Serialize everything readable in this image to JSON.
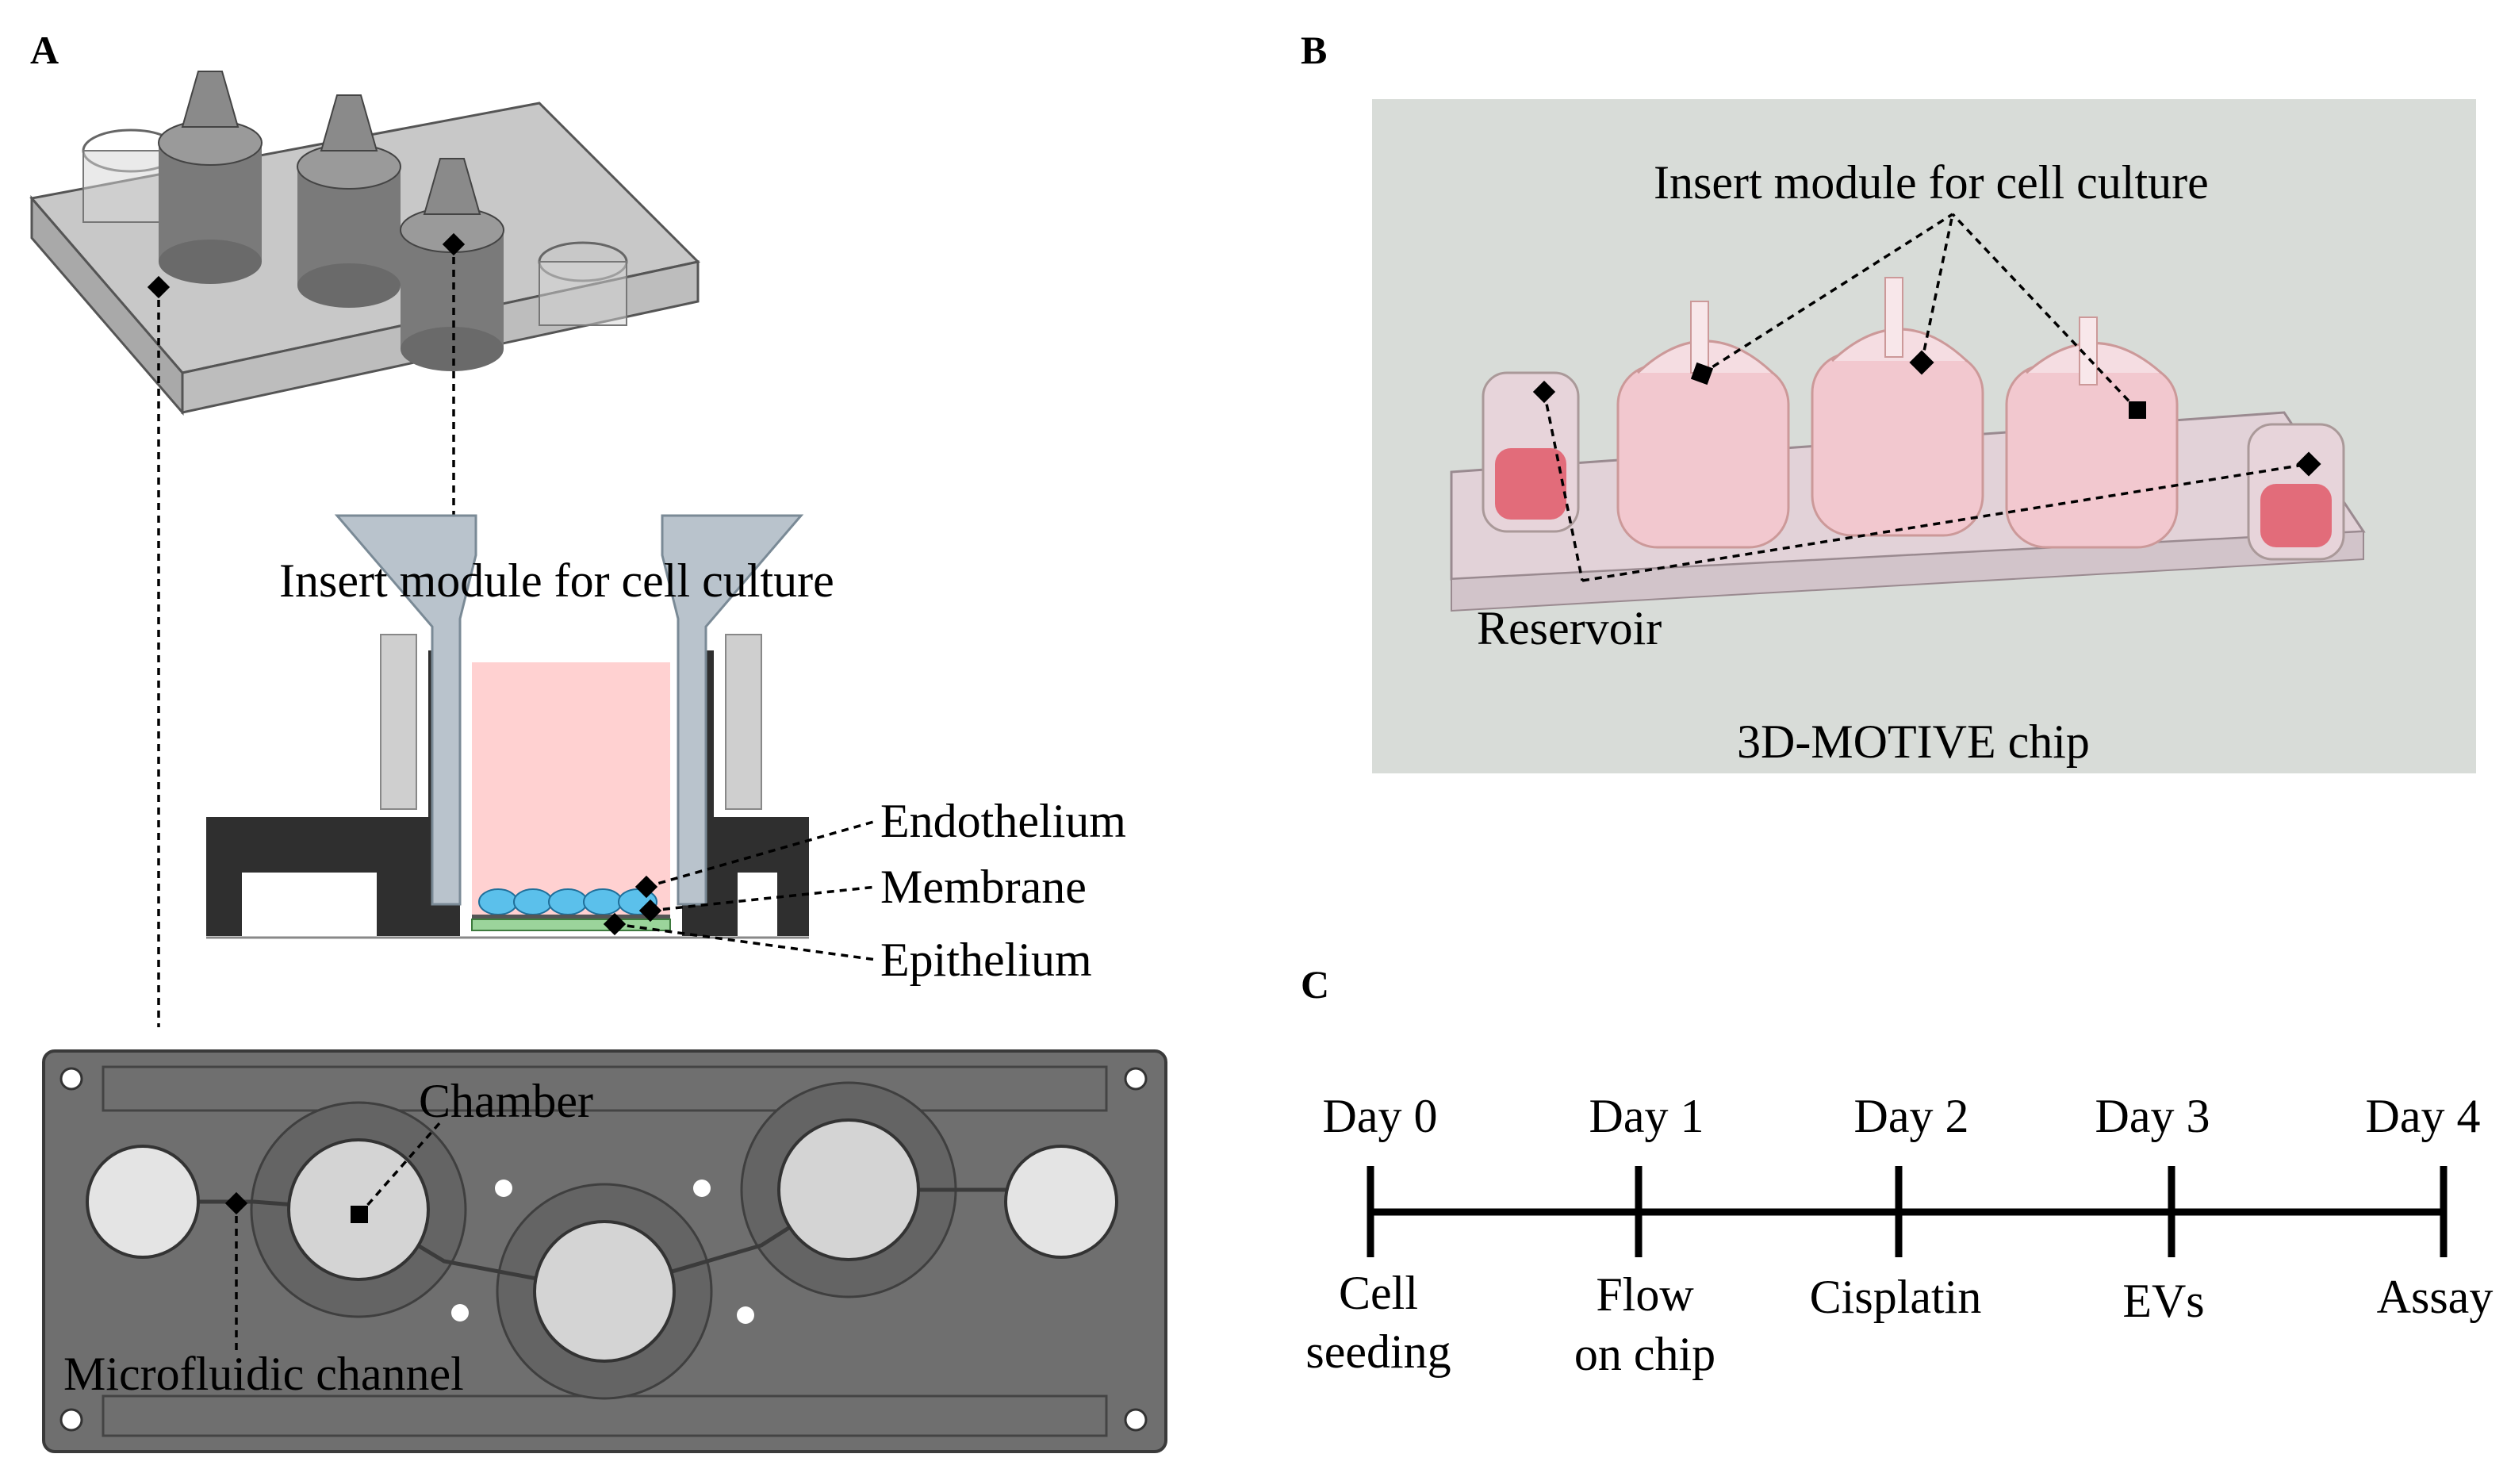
{
  "panels": {
    "A": "A",
    "B": "B",
    "C": "C"
  },
  "panel_a": {
    "insert_module_label": "Insert module for cell culture",
    "endothelium_label": "Endothelium",
    "membrane_label": "Membrane",
    "epithelium_label": "Epithelium",
    "chamber_label": "Chamber",
    "microfluidic_channel_label": "Microfluidic channel"
  },
  "panel_b": {
    "insert_module_label": "Insert module for cell culture",
    "reservoir_label": "Reservoir",
    "chip_caption": "3D-MOTIVE chip"
  },
  "panel_c": {
    "days": [
      {
        "day": "Day 0",
        "event_line1": "Cell",
        "event_line2": "seeding"
      },
      {
        "day": "Day 1",
        "event_line1": "Flow",
        "event_line2": "on chip"
      },
      {
        "day": "Day 2",
        "event_line1": "Cisplatin",
        "event_line2": ""
      },
      {
        "day": "Day 3",
        "event_line1": "EVs",
        "event_line2": ""
      },
      {
        "day": "Day 4",
        "event_line1": "Assay",
        "event_line2": ""
      }
    ]
  },
  "colors": {
    "chip_gray": "#6f6f6f",
    "insert_blue_gray": "#b9c3cc",
    "medium_pink": "#ffd1d1",
    "endothelium_blue": "#5bc0eb",
    "epithelium_green": "#9bd49b",
    "photo_background": "#d8dcd8"
  }
}
